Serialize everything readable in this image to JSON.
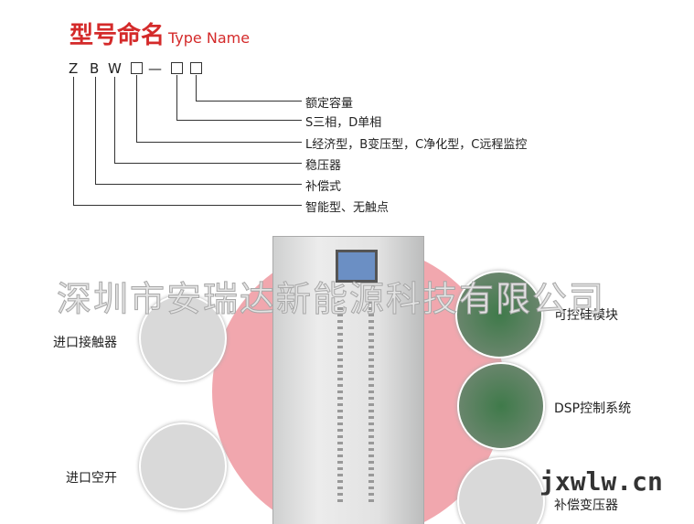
{
  "title": {
    "cn": "型号命名",
    "en": "Type Name"
  },
  "code": {
    "z": "Z",
    "b": "B",
    "w": "W",
    "dash": "—"
  },
  "labels": [
    "额定容量",
    "S三相，D单相",
    "L经济型，B变压型，C净化型，C远程监控",
    "稳压器",
    "补偿式",
    "智能型、无触点"
  ],
  "watermark": "深圳市安瑞达新能源科技有限公司",
  "components": {
    "left": [
      "进口接触器",
      "进口空开"
    ],
    "right": [
      "可控硅模块",
      "DSP控制系统",
      "补偿变压器"
    ]
  },
  "site": "jxwlw.cn",
  "colors": {
    "accent": "#d42a2a",
    "circle": "#f1a7ae"
  }
}
